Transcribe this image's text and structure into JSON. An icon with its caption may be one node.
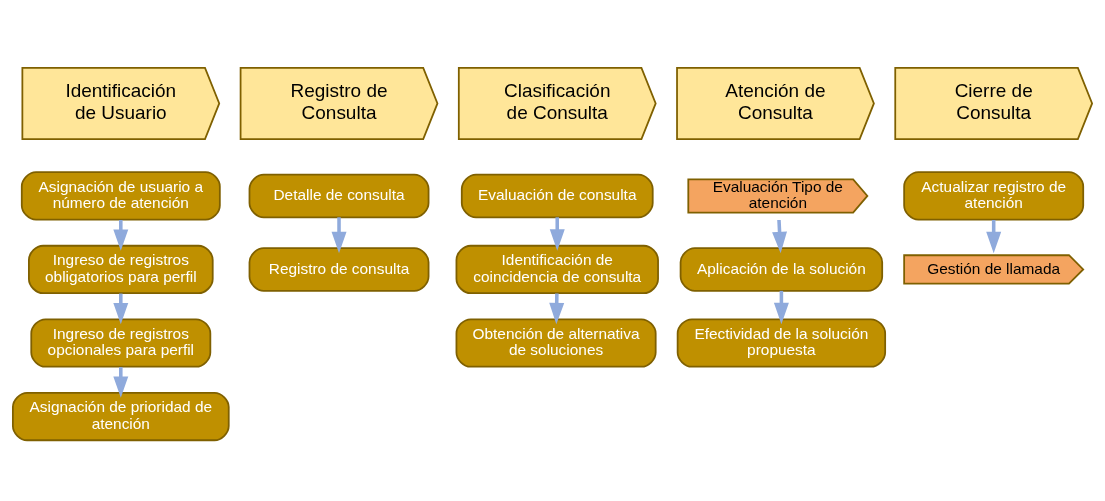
{
  "diagram": {
    "nodes": [
      {
        "text": [
          "Identificación de Usuario"
        ]
      },
      {
        "text": [
          "Registro de Consulta"
        ]
      },
      {
        "text": [
          "Clasificación de Consulta"
        ]
      },
      {
        "text": [
          "Atención de Consulta"
        ]
      },
      {
        "text": [
          "Cierre de Consulta"
        ]
      },
      {
        "text": [
          "Asignación de usuario a número de atención"
        ]
      },
      {
        "text": [
          "Ingreso de registros obligatorios para perfil"
        ]
      },
      {
        "text": [
          "Ingreso de registros opcionales para perfil"
        ]
      },
      {
        "text": [
          "Asignación de prioridad de atención"
        ]
      },
      {
        "text": [
          "Detalle de consulta"
        ]
      },
      {
        "text": [
          "Registro de consulta"
        ]
      },
      {
        "text": [
          "Evaluación de consulta"
        ]
      },
      {
        "text": [
          "Identificación de coincidencia de consulta"
        ]
      },
      {
        "text": [
          "Obtención de alternativa de soluciones"
        ]
      },
      {
        "text": [
          "Evaluación Tipo de atención"
        ]
      },
      {
        "text": [
          "Aplicación de la solución"
        ]
      },
      {
        "text": [
          "Efectividad de la solución propuesta"
        ]
      },
      {
        "text": [
          "Actualizar registro de atención"
        ]
      },
      {
        "text": [
          "Gestión de llamada"
        ]
      }
    ],
    "edges": [
      {
        "from": 5,
        "to": 6,
        "arrow": "to"
      },
      {
        "from": 6,
        "to": 7,
        "arrow": "to"
      },
      {
        "from": 7,
        "to": 8,
        "arrow": "to"
      },
      {
        "from": 9,
        "to": 10,
        "arrow": "to"
      },
      {
        "from": 11,
        "to": 12,
        "arrow": "to"
      },
      {
        "from": 12,
        "to": 13,
        "arrow": "to"
      },
      {
        "from": 14,
        "to": 15,
        "arrow": "to"
      },
      {
        "from": 15,
        "to": 16,
        "arrow": "to"
      },
      {
        "from": 17,
        "to": 18,
        "arrow": "to"
      }
    ]
  }
}
